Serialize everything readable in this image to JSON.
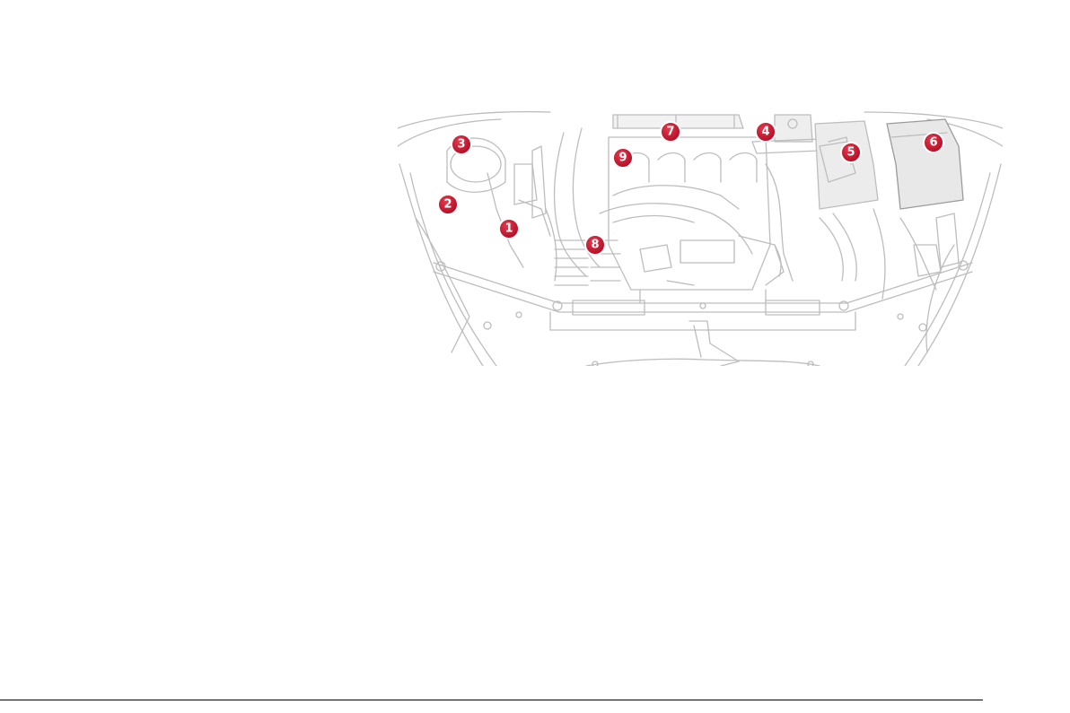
{
  "colors": {
    "line": "#b9b9b9",
    "line_dark": "#8e8e8e",
    "fill_light": "#f4f4f4",
    "fill_mid": "#e4e4e4",
    "badge_fill": "#c8102e",
    "badge_ring": "#ffffff",
    "badge_text": "#ffffff",
    "rule": "#000000"
  },
  "callouts": [
    {
      "label": "1"
    },
    {
      "label": "2"
    },
    {
      "label": "3"
    },
    {
      "label": "4"
    },
    {
      "label": "5"
    },
    {
      "label": "6"
    },
    {
      "label": "7"
    },
    {
      "label": "8"
    },
    {
      "label": "9"
    }
  ]
}
